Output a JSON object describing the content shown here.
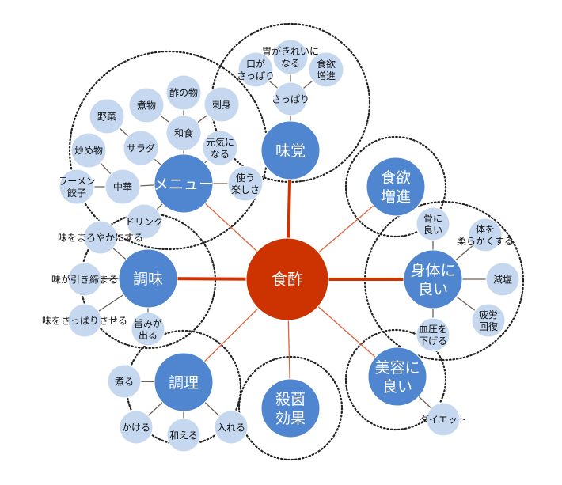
{
  "colors": {
    "center": "#cc3300",
    "main": "#4f86cf",
    "small": "#c5d8f0"
  },
  "center": {
    "label": [
      "食酢"
    ]
  },
  "branches": [
    {
      "id": "mikaku",
      "label": [
        "味覚"
      ],
      "children": [
        {
          "label": [
            "さっぱり"
          ],
          "children": [
            {
              "label": [
                "口が",
                "さっぱり"
              ]
            },
            {
              "label": [
                "胃がきれいに",
                "なる"
              ]
            },
            {
              "label": [
                "食欲",
                "増進"
              ]
            }
          ]
        }
      ]
    },
    {
      "id": "shokuyoku",
      "label": [
        "食欲",
        "増進"
      ],
      "children": []
    },
    {
      "id": "shintai",
      "label": [
        "身体に",
        "良い"
      ],
      "children": [
        {
          "label": [
            "骨に",
            "良い"
          ]
        },
        {
          "label": [
            "体を",
            "柔らかくする"
          ]
        },
        {
          "label": [
            "減塩"
          ]
        },
        {
          "label": [
            "疲労",
            "回復"
          ]
        },
        {
          "label": [
            "血圧を",
            "下げる"
          ]
        }
      ]
    },
    {
      "id": "biyou",
      "label": [
        "美容に",
        "良い"
      ],
      "children": [
        {
          "label": [
            "ダイエット"
          ]
        }
      ]
    },
    {
      "id": "sakkin",
      "label": [
        "殺菌",
        "効果"
      ],
      "children": []
    },
    {
      "id": "chouri",
      "label": [
        "調理"
      ],
      "children": [
        {
          "label": [
            "煮る"
          ]
        },
        {
          "label": [
            "かける"
          ]
        },
        {
          "label": [
            "和える"
          ]
        },
        {
          "label": [
            "入れる"
          ]
        }
      ]
    },
    {
      "id": "choumi",
      "label": [
        "調味"
      ],
      "children": [
        {
          "label": [
            "味をまろやかにする"
          ]
        },
        {
          "label": [
            "味が引き締まる"
          ]
        },
        {
          "label": [
            "味をさっぱりさせる"
          ]
        },
        {
          "label": [
            "旨みが",
            "出る"
          ]
        }
      ]
    },
    {
      "id": "menu",
      "label": [
        "メニュー"
      ],
      "children": [
        {
          "label": [
            "和食"
          ],
          "children": [
            {
              "label": [
                "酢の物"
              ]
            },
            {
              "label": [
                "煮物"
              ]
            },
            {
              "label": [
                "刺身"
              ]
            }
          ]
        },
        {
          "label": [
            "サラダ"
          ],
          "children": [
            {
              "label": [
                "野菜"
              ]
            }
          ]
        },
        {
          "label": [
            "中華"
          ],
          "children": [
            {
              "label": [
                "炒め物"
              ]
            },
            {
              "label": [
                "ラーメン",
                "餃子"
              ]
            }
          ]
        },
        {
          "label": [
            "元気に",
            "なる"
          ]
        },
        {
          "label": [
            "使う",
            "楽しさ"
          ]
        },
        {
          "label": [
            "ドリンク"
          ]
        }
      ]
    }
  ]
}
